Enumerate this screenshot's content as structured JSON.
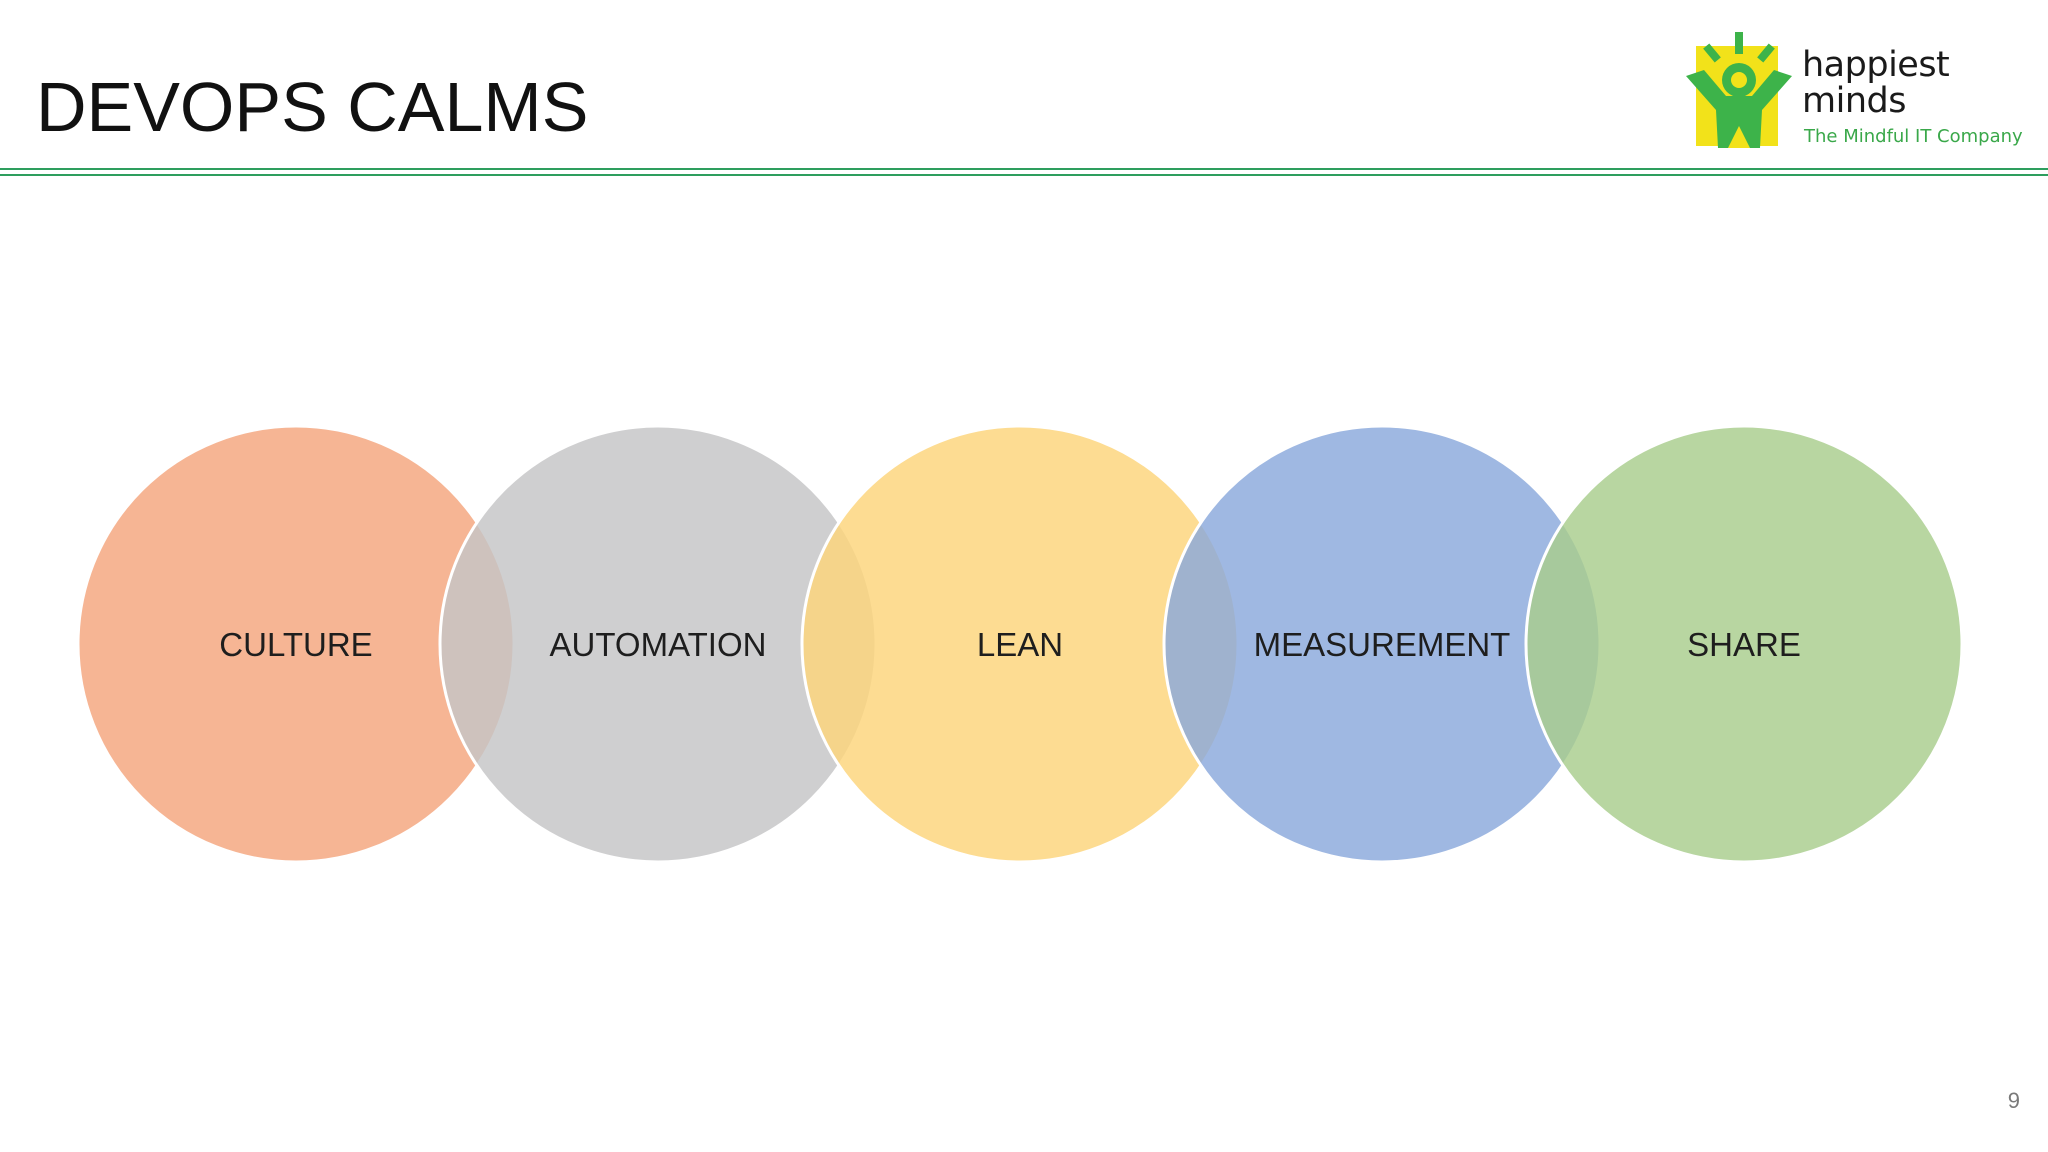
{
  "slide": {
    "title": "DEVOPS CALMS",
    "page_number": "9"
  },
  "logo": {
    "line1": "happiest",
    "line2": "minds",
    "tagline": "The Mindful IT Company",
    "icon": "happiest-minds-logo-icon",
    "colors": {
      "square": "#f2e21a",
      "figure": "#3db34a",
      "tagline": "#3aa84a"
    }
  },
  "diagram": {
    "circles": [
      {
        "label": "CULTURE",
        "color": "#f4a57c"
      },
      {
        "label": "AUTOMATION",
        "color": "#c4c4c6"
      },
      {
        "label": "LEAN",
        "color": "#fcd47a"
      },
      {
        "label": "MEASUREMENT",
        "color": "#8aa8dc"
      },
      {
        "label": "SHARE",
        "color": "#a8cd8c"
      }
    ]
  },
  "colors": {
    "rule": "#2e9e5e",
    "title": "#111111"
  }
}
